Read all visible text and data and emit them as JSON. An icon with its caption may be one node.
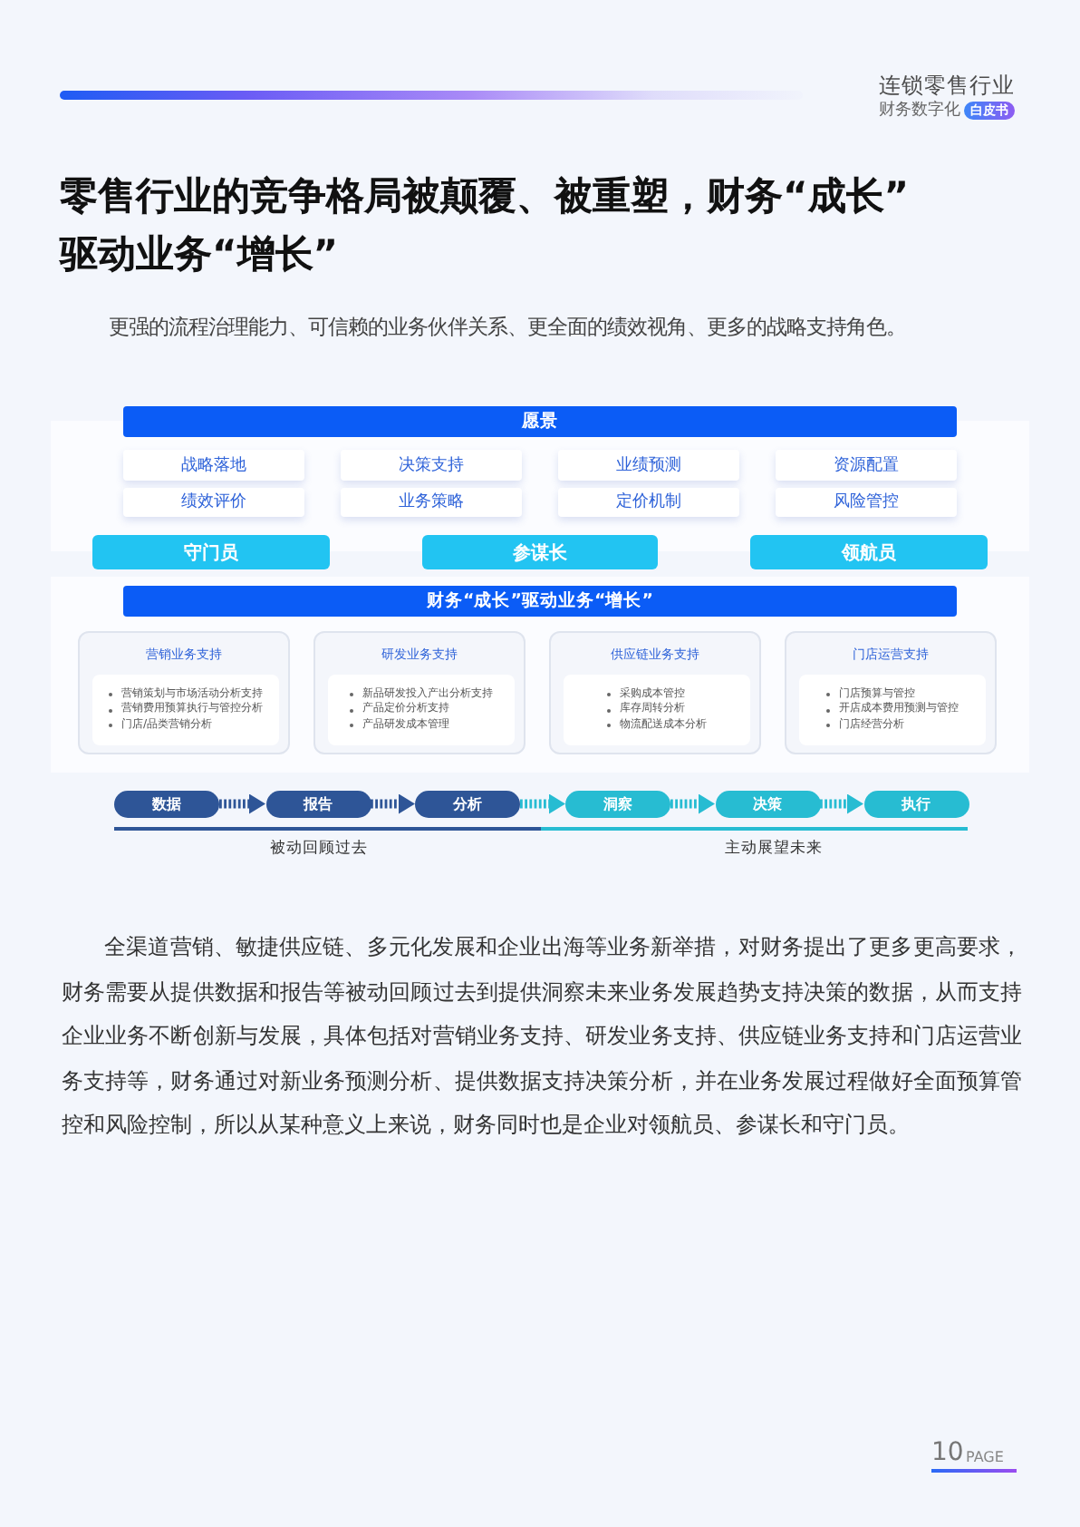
{
  "diagram": {
    "title": "零售行业的竞争格局被颠覆、被重塑，财务“成长”驱动业务“增长”",
    "nodes": [
      {
        "text": [
          "愿景"
        ]
      },
      {
        "text": [
          "战略落地"
        ]
      },
      {
        "text": [
          "决策支持"
        ]
      },
      {
        "text": [
          "业绩预测"
        ]
      },
      {
        "text": [
          "资源配置"
        ]
      },
      {
        "text": [
          "绩效评价"
        ]
      },
      {
        "text": [
          "业务策略"
        ]
      },
      {
        "text": [
          "定价机制"
        ]
      },
      {
        "text": [
          "风险管控"
        ]
      },
      {
        "text": [
          "守门员"
        ]
      },
      {
        "text": [
          "参谋长"
        ]
      },
      {
        "text": [
          "领航员"
        ]
      },
      {
        "text": [
          "财务“成长”驱动业务“增长”"
        ]
      },
      {
        "text": [
          "营销业务支持"
        ]
      },
      {
        "text": [
          "营销策划与市场活动分析支持",
          "营销费用预算执行与管控分析",
          "门店/品类营销分析"
        ],
        "in": 13
      },
      {
        "text": [
          "研发业务支持"
        ]
      },
      {
        "text": [
          "新品研发投入产出分析支持",
          "产品定价分析支持",
          "产品研发成本管理"
        ],
        "in": 15
      },
      {
        "text": [
          "供应链业务支持"
        ]
      },
      {
        "text": [
          "采购成本管控",
          "库存周转分析",
          "物流配送成本分析"
        ],
        "in": 17
      },
      {
        "text": [
          "门店运营支持"
        ]
      },
      {
        "text": [
          "门店预算与管控",
          "开店成本费用预测与管控",
          "门店经营分析"
        ],
        "in": 19
      },
      {
        "text": [
          "数据"
        ]
      },
      {
        "text": [
          "报告"
        ]
      },
      {
        "text": [
          "分析"
        ]
      },
      {
        "text": [
          "洞察"
        ]
      },
      {
        "text": [
          "决策"
        ]
      },
      {
        "text": [
          "执行"
        ]
      }
    ],
    "edges": [
      {
        "from": 21,
        "to": 22,
        "arrow": "to",
        "style": "dashed",
        "color": "#2e5597"
      },
      {
        "from": 22,
        "to": 23,
        "arrow": "to",
        "style": "dashed",
        "color": "#2e5597"
      },
      {
        "from": 23,
        "to": 24,
        "arrow": "to",
        "style": "dashed"
      },
      {
        "from": 24,
        "to": 25,
        "arrow": "to",
        "style": "dashed"
      },
      {
        "from": 25,
        "to": 26,
        "arrow": "to",
        "style": "dashed"
      }
    ],
    "labels": [
      "连锁零售行业",
      "财务数字化",
      "白皮书",
      "更强的流程治理能力、可信赖的业务伙伴关系、更全面的绩效视角、更多的战略支持角色。",
      "被动回顾过去",
      "主动展望未来",
      "全渠道营销、敏捷供应链、多元化发展和企业出海等业务新举措，对财务提出了更多更高要求，财务需要从提供数据和报告等被动回顾过去到提供洞察未来业务发展趋势支持决策的数据，从而支持企业业务不断创新与发展，具体包括对营销业务支持、研发业务支持、供应链业务支持和门店运营业务支持等，财务通过对新业务预测分析、提供数据支持决策分析，并在业务发展过程做好全面预算管控和风险控制，所以从某种意义上来说，财务同时也是企业对领航员、参谋长和守门员。",
      "10",
      "PAGE"
    ]
  }
}
